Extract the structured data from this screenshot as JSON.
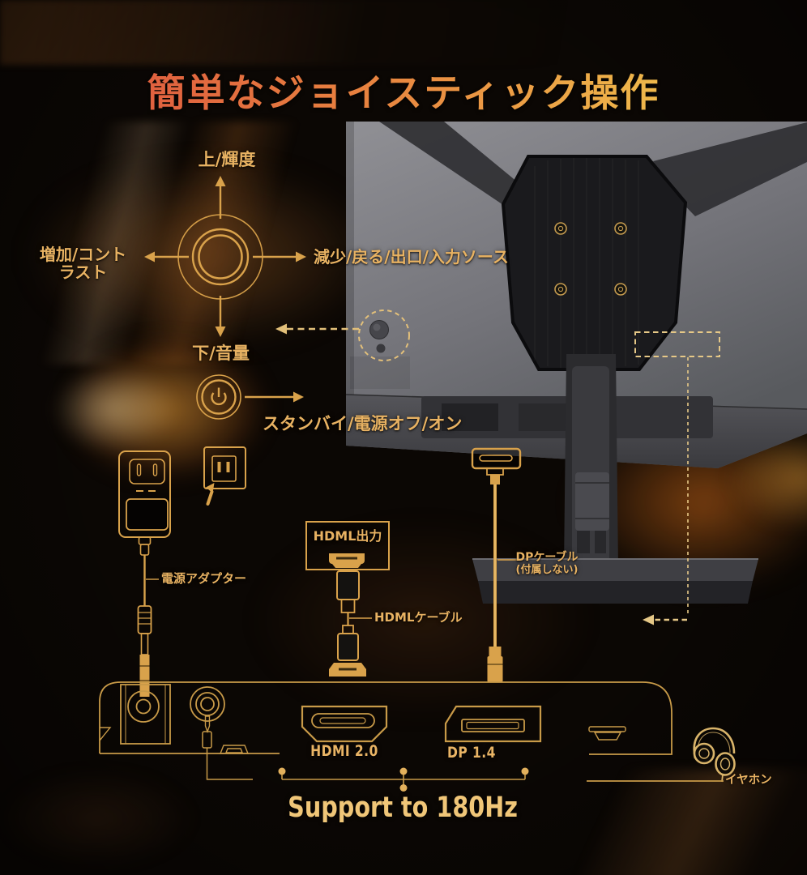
{
  "title": "簡単なジョイスティック操作",
  "joystick_diagram": {
    "up_label": "上/輝度",
    "left_label": {
      "line1": "増加/コント",
      "line2": "ラスト"
    },
    "right_label": "減少/戻る/出口/入力ソース",
    "down_label": "下/音量"
  },
  "power_button": {
    "label": "スタンバイ/電源オフ/オン"
  },
  "cables": {
    "power_adapter_label": "電源アダプター",
    "hdmi_source_box_label": "HDML出力",
    "hdmi_cable_label": "HDMLケーブル",
    "dp_cable_label": {
      "line1": "DPケーブル",
      "line2": "(付属しない)"
    }
  },
  "ports_panel": {
    "hdmi_port_label": "HDMI 2.0",
    "dp_port_label": "DP 1.4",
    "earphone_label": "イヤホン",
    "support_text": "Support to 180Hz"
  },
  "icons": {
    "joystick": "joystick-ring-icon",
    "power": "power-icon",
    "power_adapter": "power-plug-icon",
    "wall_outlet": "outlet-icon",
    "headphones": "headphones-icon",
    "screws": "screw-icon"
  },
  "colors": {
    "accent_gold": "#D9A24B",
    "label_gold": "#E8B262",
    "panel_line_gold": "#C89A48",
    "callout_dash_gold": "#E3C07A",
    "title_gradient": [
      "#DC523F",
      "#E8823F",
      "#F0C14C"
    ],
    "monitor_gray": "#85858A",
    "vesa_panel_dark": "#1A1A1D"
  }
}
